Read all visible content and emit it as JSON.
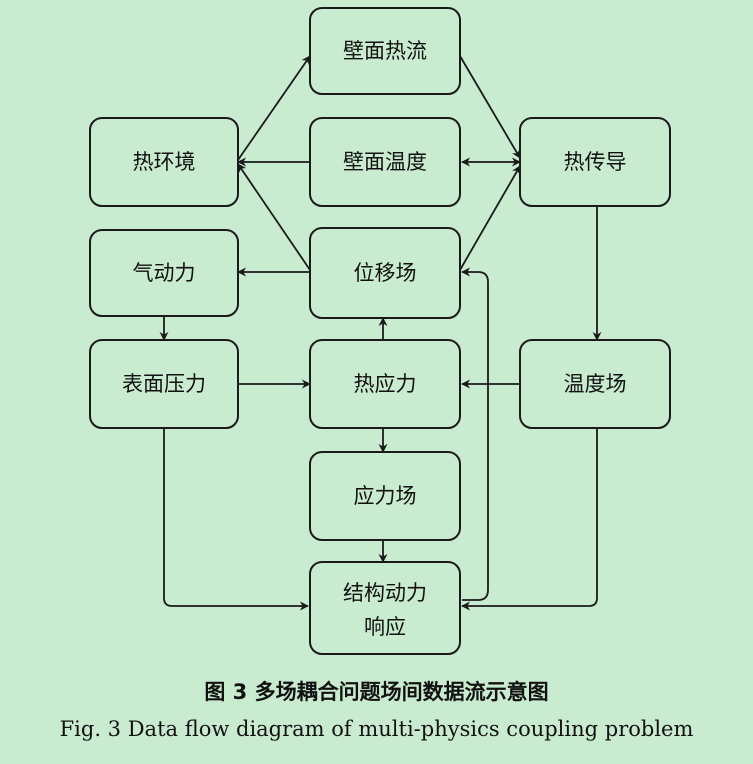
{
  "nodes": [
    {
      "id": "wall-heat-flux",
      "lines": [
        "壁面热流"
      ]
    },
    {
      "id": "thermal-environment",
      "lines": [
        "热环境"
      ]
    },
    {
      "id": "wall-temperature",
      "lines": [
        "壁面温度"
      ]
    },
    {
      "id": "heat-conduction",
      "lines": [
        "热传导"
      ]
    },
    {
      "id": "aerodynamics",
      "lines": [
        "气动力"
      ]
    },
    {
      "id": "displacement-field",
      "lines": [
        "位移场"
      ]
    },
    {
      "id": "surface-pressure",
      "lines": [
        "表面压力"
      ]
    },
    {
      "id": "thermal-stress",
      "lines": [
        "热应力"
      ]
    },
    {
      "id": "temperature-field",
      "lines": [
        "温度场"
      ]
    },
    {
      "id": "stress-field",
      "lines": [
        "应力场"
      ]
    },
    {
      "id": "structural-dynamic-response",
      "lines": [
        "结构动力",
        "响应"
      ]
    }
  ],
  "caption": {
    "cn": "图 3  多场耦合问题场间数据流示意图",
    "en": "Fig. 3  Data flow diagram of multi-physics coupling problem"
  }
}
